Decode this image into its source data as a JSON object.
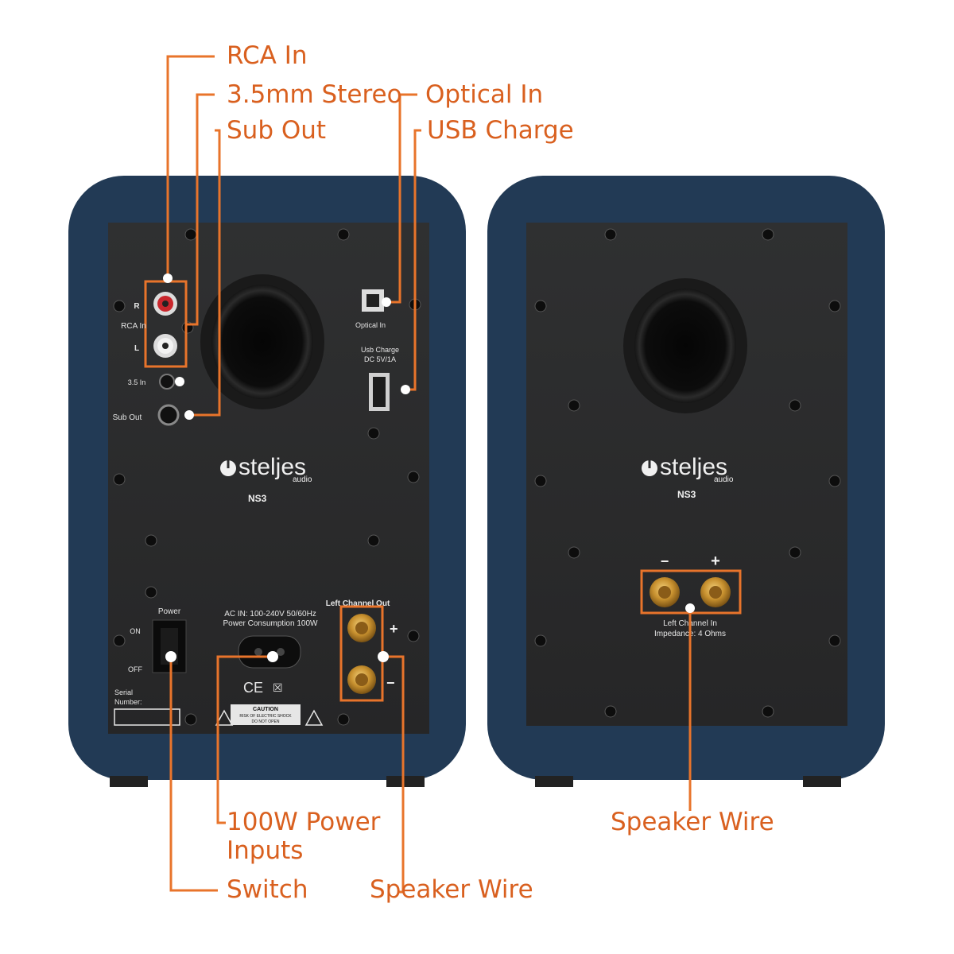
{
  "colors": {
    "accent": "#e8742b",
    "label": "#d9601f",
    "cabinet": "#223a55",
    "panel": "#2d2d2e",
    "panel_text": "#e6e6e6",
    "gold": "#c8912f"
  },
  "callouts": {
    "rca_in": "RCA In",
    "stereo_35": "3.5mm Stereo",
    "sub_out": "Sub Out",
    "optical_in": "Optical In",
    "usb_charge": "USB Charge",
    "power_inputs": "100W Power Inputs",
    "switch": "Switch",
    "speaker_wire_left": "Speaker Wire",
    "speaker_wire_right": "Speaker Wire"
  },
  "left_panel": {
    "r_label": "R",
    "rca_label": "RCA In",
    "l_label": "L",
    "in35_label": "3.5 In",
    "subout_label": "Sub Out",
    "optical_label": "Optical In",
    "usb_label_1": "Usb Charge",
    "usb_label_2": "DC 5V/1A",
    "brand": "steljes",
    "brand_sub": "audio",
    "model": "NS3",
    "power_label": "Power",
    "on_label": "ON",
    "off_label": "OFF",
    "ac_line_1": "AC IN: 100-240V 50/60Hz",
    "ac_line_2": "Power Consumption 100W",
    "left_channel_out": "Left Channel Out",
    "plus": "+",
    "minus": "−",
    "serial_1": "Serial",
    "serial_2": "Number:",
    "ce": "CE",
    "caution": "CAUTION",
    "caution_1": "RISK OF ELECTRIC SHOCK",
    "caution_2": "DO NOT OPEN"
  },
  "right_panel": {
    "brand": "steljes",
    "brand_sub": "audio",
    "model": "NS3",
    "minus": "−",
    "plus": "+",
    "left_channel_in": "Left Channel In",
    "impedance": "Impedance: 4 Ohms"
  }
}
